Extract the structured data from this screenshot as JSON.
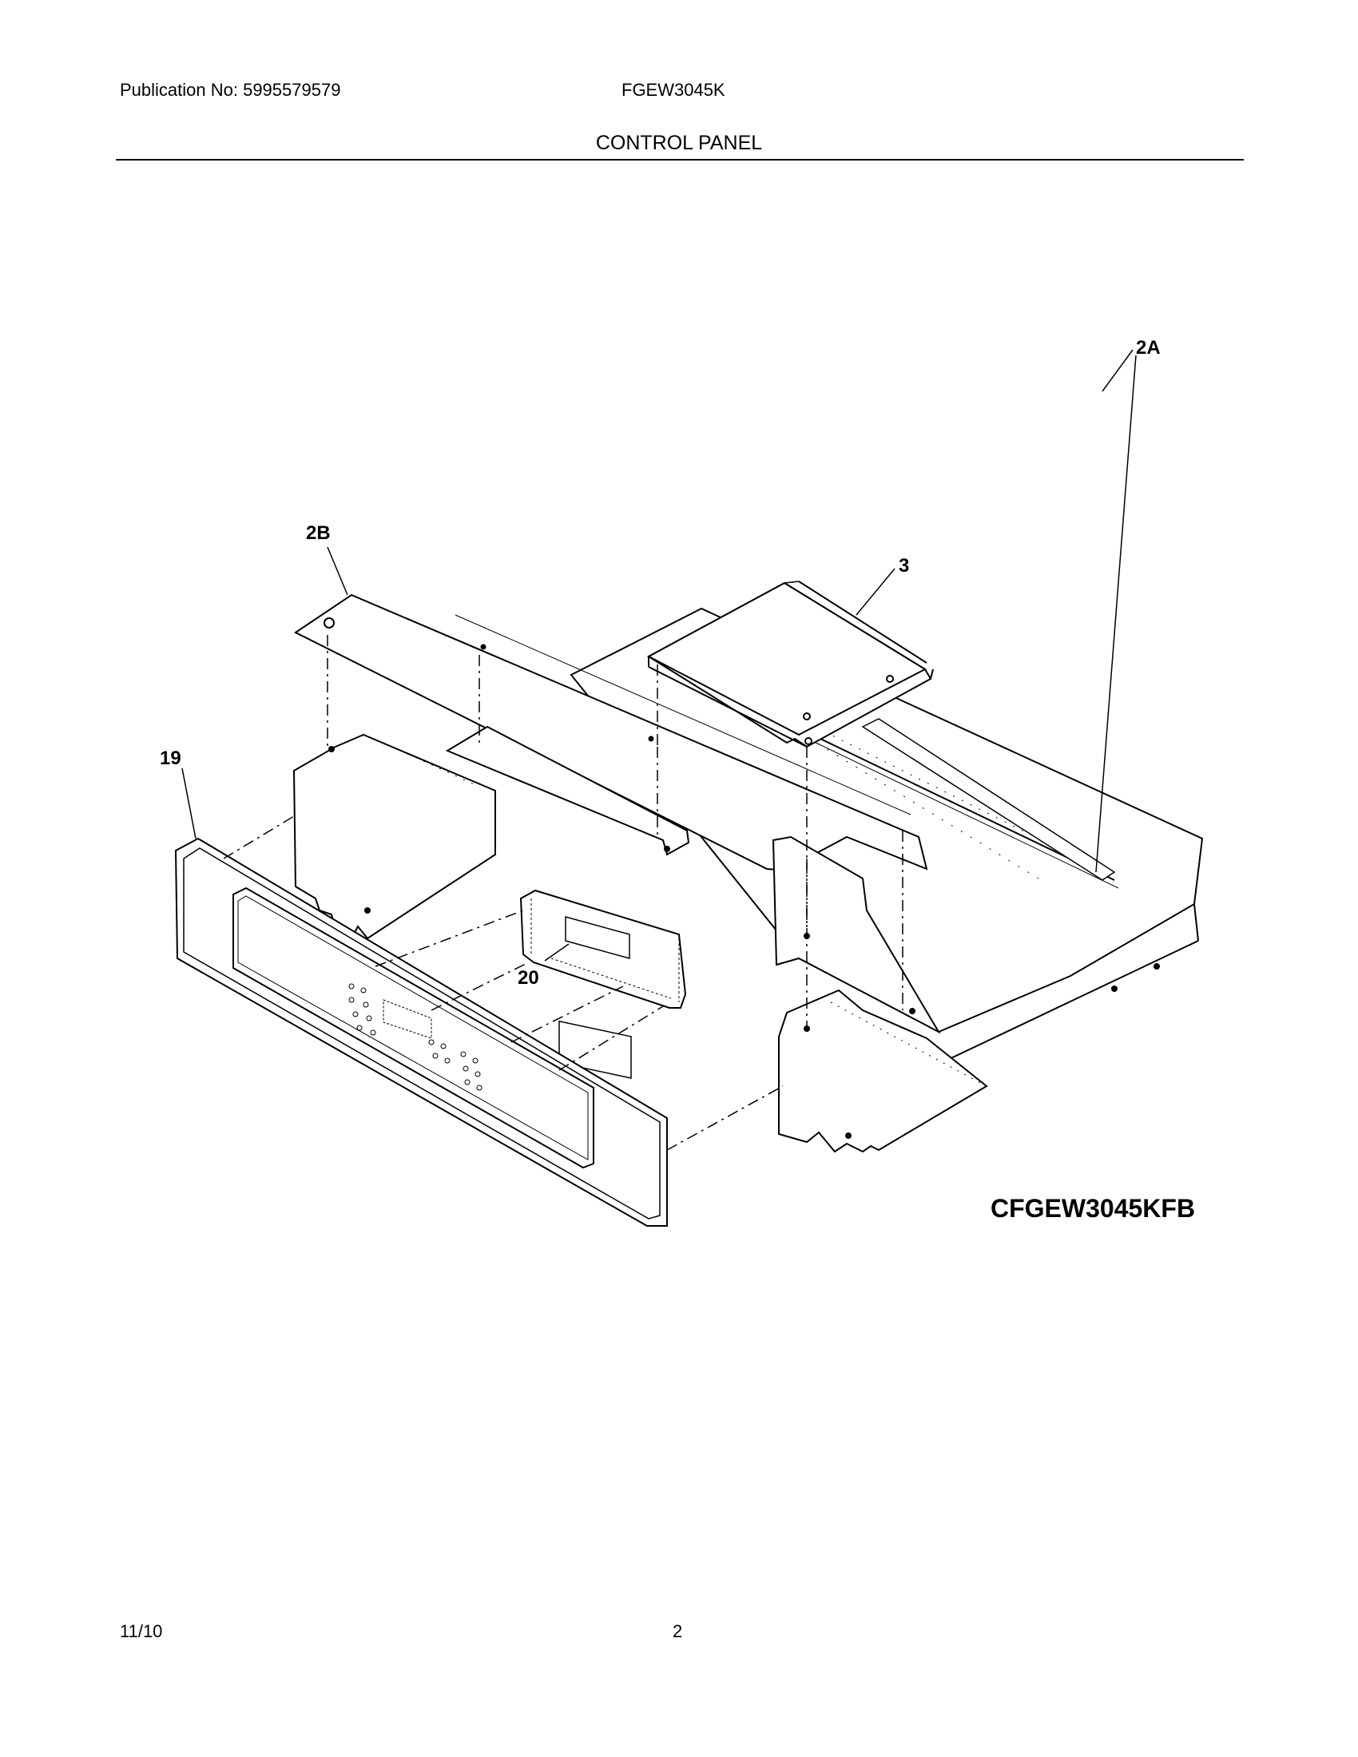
{
  "header": {
    "publication": "Publication No: 5995579579",
    "model": "FGEW3045K",
    "section": "CONTROL PANEL"
  },
  "callouts": {
    "part_2b": "2B",
    "part_3": "3",
    "part_2a": "2A",
    "part_19": "19",
    "part_20": "20"
  },
  "diagram_code": "CFGEW3045KFB",
  "footer": {
    "date": "11/10",
    "page": "2"
  }
}
